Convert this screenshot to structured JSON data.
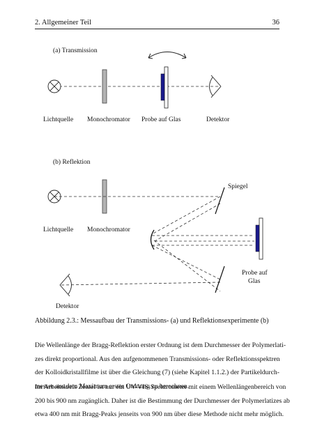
{
  "header": {
    "chapter": "2. Allgemeiner Teil",
    "page_number": "36"
  },
  "figure": {
    "part_a": {
      "label": "(a) Transmission",
      "source": "Lichtquelle",
      "monochromator": "Monochromator",
      "sample": "Probe auf Glas",
      "detector": "Detektor"
    },
    "part_b": {
      "label": "(b) Reflektion",
      "mirror": "Spiegel",
      "source": "Lichtquelle",
      "monochromator": "Monochromator",
      "sample_line1": "Probe auf",
      "sample_line2": "Glas",
      "detector": "Detektor"
    },
    "colors": {
      "sample_film": "#1a1a8c",
      "monochromator": "#b3b3b3"
    }
  },
  "caption": "Abbildung 2.3.: Messaufbau der Transmissions- (a) und Reflektionsexperimente (b)",
  "paragraph1": [
    "Die Wellenlänge der Bragg-Reflektion erster Ordnung ist dem Durchmesser der Polymerlati-",
    "zes direkt proportional. Aus den aufgenommenen Transmissions- oder Reflektionsspektren",
    "der Kolloidkristallfilme ist über die Gleichung (7) (siehe Kapitel 1.1.2.) der Partikeldurch-",
    "messer aus dem Maximum erster Ordnung zu berechnen."
  ],
  "paragraph2": [
    "Im Arbeitskreis Zentel ist nur ein UV-VIS-Spektrometer mit einem Wellenlängenbereich von",
    "200 bis 900 nm zugänglich. Daher ist die Bestimmung der Durchmesser der Polymerlatizes ab",
    "etwa 400 nm mit Bragg-Peaks jenseits von 900 nm über diese Methode nicht mehr möglich."
  ]
}
